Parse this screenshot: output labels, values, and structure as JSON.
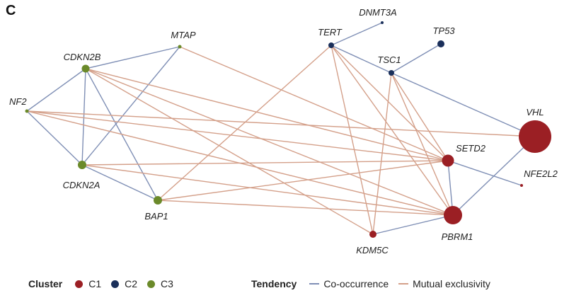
{
  "panel_label": "C",
  "colors": {
    "C1": "#9b1f24",
    "C2": "#1a2f5a",
    "C3": "#6b8a2a",
    "co_occurrence": "#7f8fb5",
    "mutual_exclusivity": "#d4a08a"
  },
  "nodes": [
    {
      "id": "DNMT3A",
      "cluster": "C2"
    },
    {
      "id": "TERT",
      "cluster": "C2"
    },
    {
      "id": "TP53",
      "cluster": "C2"
    },
    {
      "id": "TSC1",
      "cluster": "C2"
    },
    {
      "id": "MTAP",
      "cluster": "C3"
    },
    {
      "id": "CDKN2B",
      "cluster": "C3"
    },
    {
      "id": "NF2",
      "cluster": "C3"
    },
    {
      "id": "CDKN2A",
      "cluster": "C3"
    },
    {
      "id": "BAP1",
      "cluster": "C3"
    },
    {
      "id": "VHL",
      "cluster": "C1"
    },
    {
      "id": "SETD2",
      "cluster": "C1"
    },
    {
      "id": "NFE2L2",
      "cluster": "C1"
    },
    {
      "id": "PBRM1",
      "cluster": "C1"
    },
    {
      "id": "KDM5C",
      "cluster": "C1"
    }
  ],
  "edges": [
    {
      "source": "CDKN2B",
      "target": "MTAP",
      "tendency": "Co-occurrence"
    },
    {
      "source": "CDKN2B",
      "target": "NF2",
      "tendency": "Co-occurrence"
    },
    {
      "source": "CDKN2B",
      "target": "CDKN2A",
      "tendency": "Co-occurrence"
    },
    {
      "source": "CDKN2B",
      "target": "BAP1",
      "tendency": "Co-occurrence"
    },
    {
      "source": "MTAP",
      "target": "CDKN2A",
      "tendency": "Co-occurrence"
    },
    {
      "source": "NF2",
      "target": "CDKN2A",
      "tendency": "Co-occurrence"
    },
    {
      "source": "CDKN2A",
      "target": "BAP1",
      "tendency": "Co-occurrence"
    },
    {
      "source": "TERT",
      "target": "DNMT3A",
      "tendency": "Co-occurrence"
    },
    {
      "source": "TERT",
      "target": "TSC1",
      "tendency": "Co-occurrence"
    },
    {
      "source": "TSC1",
      "target": "TP53",
      "tendency": "Co-occurrence"
    },
    {
      "source": "TSC1",
      "target": "VHL",
      "tendency": "Co-occurrence"
    },
    {
      "source": "SETD2",
      "target": "NFE2L2",
      "tendency": "Co-occurrence"
    },
    {
      "source": "SETD2",
      "target": "PBRM1",
      "tendency": "Co-occurrence"
    },
    {
      "source": "VHL",
      "target": "PBRM1",
      "tendency": "Co-occurrence"
    },
    {
      "source": "KDM5C",
      "target": "PBRM1",
      "tendency": "Co-occurrence"
    },
    {
      "source": "MTAP",
      "target": "SETD2",
      "tendency": "Mutual exclusivity"
    },
    {
      "source": "CDKN2B",
      "target": "SETD2",
      "tendency": "Mutual exclusivity"
    },
    {
      "source": "CDKN2B",
      "target": "PBRM1",
      "tendency": "Mutual exclusivity"
    },
    {
      "source": "CDKN2B",
      "target": "KDM5C",
      "tendency": "Mutual exclusivity"
    },
    {
      "source": "NF2",
      "target": "VHL",
      "tendency": "Mutual exclusivity"
    },
    {
      "source": "NF2",
      "target": "SETD2",
      "tendency": "Mutual exclusivity"
    },
    {
      "source": "NF2",
      "target": "PBRM1",
      "tendency": "Mutual exclusivity"
    },
    {
      "source": "CDKN2A",
      "target": "SETD2",
      "tendency": "Mutual exclusivity"
    },
    {
      "source": "CDKN2A",
      "target": "PBRM1",
      "tendency": "Mutual exclusivity"
    },
    {
      "source": "BAP1",
      "target": "TERT",
      "tendency": "Mutual exclusivity"
    },
    {
      "source": "BAP1",
      "target": "SETD2",
      "tendency": "Mutual exclusivity"
    },
    {
      "source": "BAP1",
      "target": "PBRM1",
      "tendency": "Mutual exclusivity"
    },
    {
      "source": "TERT",
      "target": "SETD2",
      "tendency": "Mutual exclusivity"
    },
    {
      "source": "TERT",
      "target": "PBRM1",
      "tendency": "Mutual exclusivity"
    },
    {
      "source": "TERT",
      "target": "KDM5C",
      "tendency": "Mutual exclusivity"
    },
    {
      "source": "TSC1",
      "target": "KDM5C",
      "tendency": "Mutual exclusivity"
    },
    {
      "source": "TSC1",
      "target": "SETD2",
      "tendency": "Mutual exclusivity"
    },
    {
      "source": "TSC1",
      "target": "PBRM1",
      "tendency": "Mutual exclusivity"
    }
  ],
  "legend": {
    "cluster_title": "Cluster",
    "clusters": [
      {
        "label": "C1",
        "key": "C1"
      },
      {
        "label": "C2",
        "key": "C2"
      },
      {
        "label": "C3",
        "key": "C3"
      }
    ],
    "tendency_title": "Tendency",
    "tendencies": [
      {
        "label": "Co-occurrence",
        "key": "co_occurrence"
      },
      {
        "label": "Mutual exclusivity",
        "key": "mutual_exclusivity"
      }
    ]
  }
}
